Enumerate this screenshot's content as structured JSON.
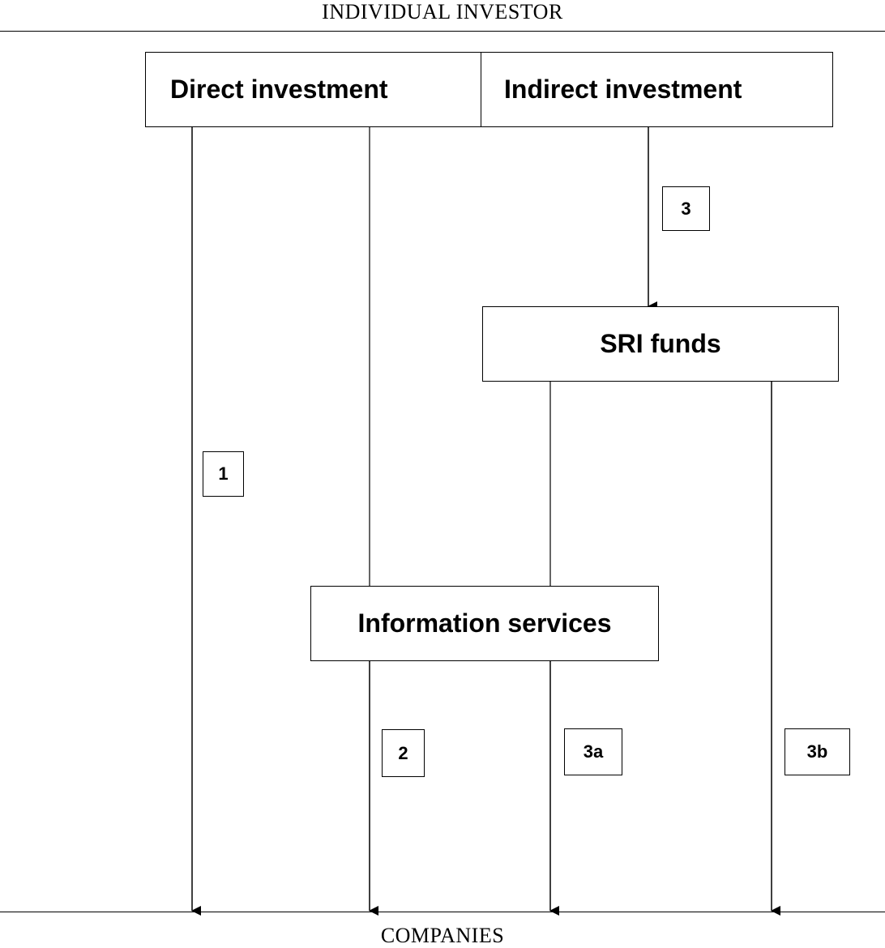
{
  "diagram": {
    "top_label": "INDIVIDUAL INVESTOR",
    "bottom_label": "COMPANIES",
    "boxes": {
      "direct": "Direct investment",
      "indirect": "Indirect investment",
      "sri": "SRI funds",
      "info": "Information services"
    },
    "path_labels": {
      "p1": "1",
      "p2": "2",
      "p3": "3",
      "p3a": "3a",
      "p3b": "3b"
    },
    "edges": [
      {
        "from": "Direct investment",
        "to": "COMPANIES",
        "label": "1"
      },
      {
        "from": "Direct investment",
        "to": "Information services",
        "label": ""
      },
      {
        "from": "Information services",
        "to": "COMPANIES",
        "label": "2"
      },
      {
        "from": "Indirect investment",
        "to": "SRI funds",
        "label": "3"
      },
      {
        "from": "SRI funds",
        "to": "Information services",
        "label": ""
      },
      {
        "from": "Information services",
        "to": "COMPANIES",
        "label": "3a"
      },
      {
        "from": "SRI funds",
        "to": "COMPANIES",
        "label": "3b"
      }
    ]
  }
}
